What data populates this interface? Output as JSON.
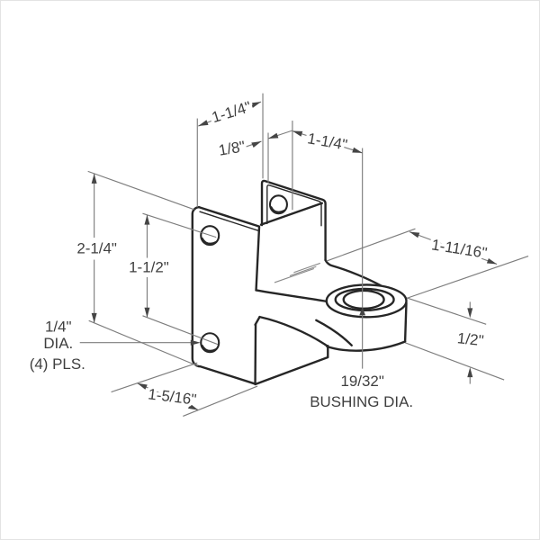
{
  "drawing": {
    "title": "hinge bracket isometric drawing",
    "colors": {
      "edge": "#262626",
      "dimension_lines": "#7d7d7d",
      "text": "#3f3f3f",
      "background": "#ffffff"
    },
    "labels": {
      "channel_width_top": "1-1/4\"",
      "panel_gap": "1/8\"",
      "hole_to_bushing": "1-1/4\"",
      "plate_height": "2-1/4\"",
      "hole_spacing": "1-1/2\"",
      "arm_reach": "1-11/16\"",
      "hole_note_1": "1/4\"",
      "hole_note_2": "DIA.",
      "hole_note_3": "(4) PLS.",
      "plate_depth": "1-5/16\"",
      "boss_height": "1/2\"",
      "bushing_dia": "19/32\"",
      "bushing_caption": "BUSHING DIA."
    }
  }
}
